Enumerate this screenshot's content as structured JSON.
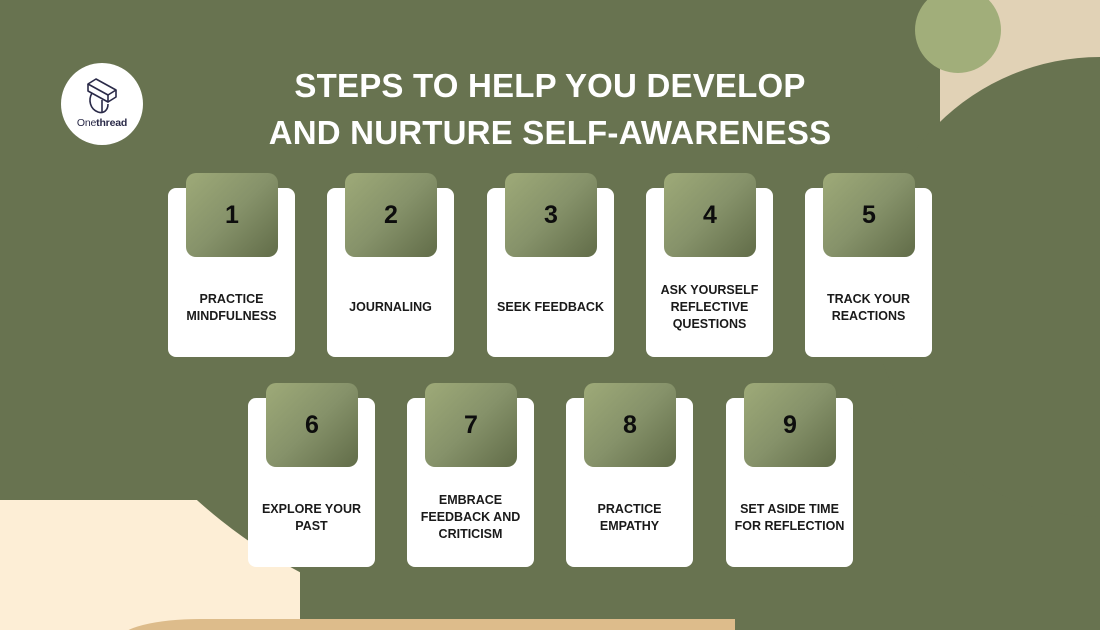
{
  "brand": {
    "logo_prefix": "One",
    "logo_suffix": "thread"
  },
  "title": {
    "line1": "STEPS TO HELP YOU DEVELOP",
    "line2": "AND NURTURE SELF-AWARENESS"
  },
  "steps": [
    {
      "number": "1",
      "label": "PRACTICE MINDFULNESS"
    },
    {
      "number": "2",
      "label": "JOURNALING"
    },
    {
      "number": "3",
      "label": "SEEK FEEDBACK"
    },
    {
      "number": "4",
      "label": "ASK YOURSELF REFLECTIVE QUESTIONS"
    },
    {
      "number": "5",
      "label": "TRACK YOUR REACTIONS"
    },
    {
      "number": "6",
      "label": "EXPLORE YOUR PAST"
    },
    {
      "number": "7",
      "label": "EMBRACE FEEDBACK AND CRITICISM"
    },
    {
      "number": "8",
      "label": "PRACTICE EMPATHY"
    },
    {
      "number": "9",
      "label": "SET ASIDE TIME FOR REFLECTION"
    }
  ],
  "colors": {
    "background": "#687350",
    "accent_circle": "#a1ae7a",
    "beige": "#e1d2b6",
    "cream": "#fdeed6",
    "tan_bar": "#ddbc8b",
    "badge_light": "#9eaa78",
    "badge_dark": "#616c48",
    "card": "#ffffff"
  }
}
